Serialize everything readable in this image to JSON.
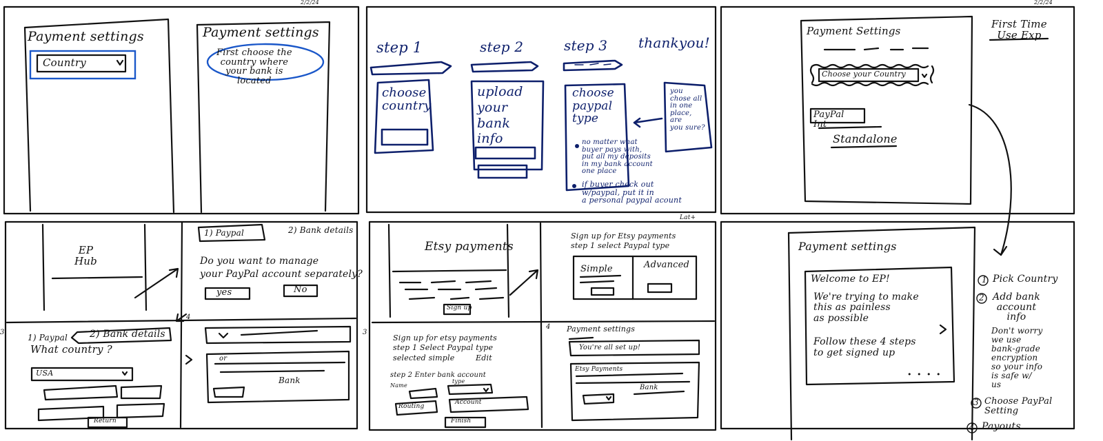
{
  "corner_marks": {
    "a": "2/2/24",
    "b": "2/2/24",
    "c": "Lat+"
  },
  "sketch1": {
    "left_title": "Payment settings",
    "country_dropdown": "Country",
    "right_title": "Payment settings",
    "choose_note": "First choose the\ncountry where\nyour bank is\nlocated"
  },
  "sketch2": {
    "step1": "step 1",
    "step2": "step 2",
    "step3": "step 3",
    "thanks": "thankyou!",
    "card1": "choose\ncountry",
    "card2": "upload\nyour\nbank\ninfo",
    "card3": "choose\npaypal\ntype",
    "note": "you\nchose all\nin one\nplace,\nare\nyou sure?",
    "bullet1": "no matter what\nbuyer pays with,\nput all my deposits\nin my bank account\none place",
    "bullet2": "if buyer check out\nw/paypal, put it in\na personal paypal acount"
  },
  "sketch3": {
    "title": "Payment Settings",
    "choose_country": "Choose your Country",
    "first_time": "First Time\nUse Exp",
    "paypal_int": "PayPal\nInt",
    "standalone": "Standalone"
  },
  "sketch4": {
    "hub": "EP\nHub",
    "tab1": "1) Paypal",
    "tab2": "2) Bank details",
    "question": "Do you want to manage\nyour PayPal account separately?",
    "yes": "yes",
    "no": "No",
    "tab1b": "1) Paypal",
    "tab2b": "2) Bank details",
    "what_country": "What country ?",
    "usa": "USA",
    "num4": "4",
    "num3": "3",
    "or_label": "or",
    "bank_label": "Bank",
    "return_btn": "Return"
  },
  "sketch5": {
    "etsy_payments": "Etsy payments",
    "signup_btn": "Sign up",
    "signup_head": "Sign up for Etsy payments\nstep 1 select Paypal type",
    "simple": "Simple",
    "advanced": "Advanced",
    "signup_step": "Sign up for etsy payments\nstep 1 Select Paypal type\nselected simple",
    "edit": "Edit",
    "step2": "step 2  Enter bank account",
    "name": "Name",
    "type": "type",
    "account": "Account",
    "routing": "Routing",
    "finish": "Finish",
    "num3": "3",
    "num4": "4",
    "payment_settings": "Payment settings",
    "all_set": "You're all set up!",
    "etsy_payments_box": "Etsy Payments",
    "bank": "Bank"
  },
  "sketch6": {
    "title": "Payment settings",
    "welcome": "Welcome to EP!",
    "body": "We're trying to make\nthis as painless\nas possible",
    "follow": "Follow these 4 steps\nto get signed up",
    "dots": "• • • •",
    "list1": "Pick Country",
    "list2": "Add bank\naccount\ninfo",
    "list2b": "Don't worry\nwe use\nbank-grade\nencryption\nso your info\nis safe w/\nus",
    "list3": "Choose PayPal\nSetting",
    "list4": "Payouts..",
    "n1": "1",
    "n2": "2",
    "n3": "3",
    "n4": "4"
  }
}
